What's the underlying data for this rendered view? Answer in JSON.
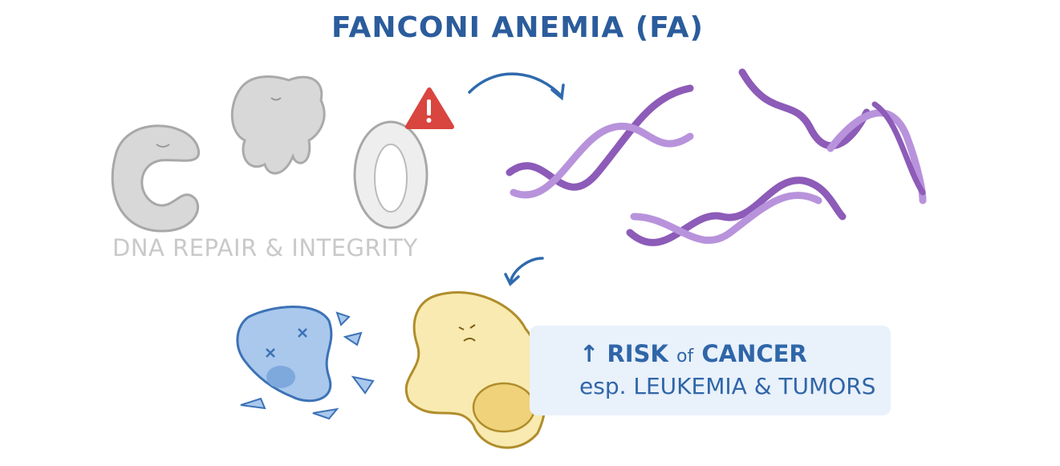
{
  "title": "FANCONI ANEMIA (FA)",
  "repair_label": "DNA REPAIR & INTEGRITY",
  "risk": {
    "arrow": "↑",
    "risk_word": "RISK",
    "of_word": "of",
    "cancer_word": "CANCER",
    "detail": "esp. LEUKEMIA & TUMORS"
  },
  "colors": {
    "title": "#2b5c9c",
    "protein_gray": "#d4d4d4",
    "warning_red": "#d9453f",
    "dna_purple": "#9b6cc4",
    "dead_cell_blue": "#a9c8ec",
    "cancer_cell_yellow": "#f8eab0",
    "box_bg": "#e9f1fb"
  }
}
